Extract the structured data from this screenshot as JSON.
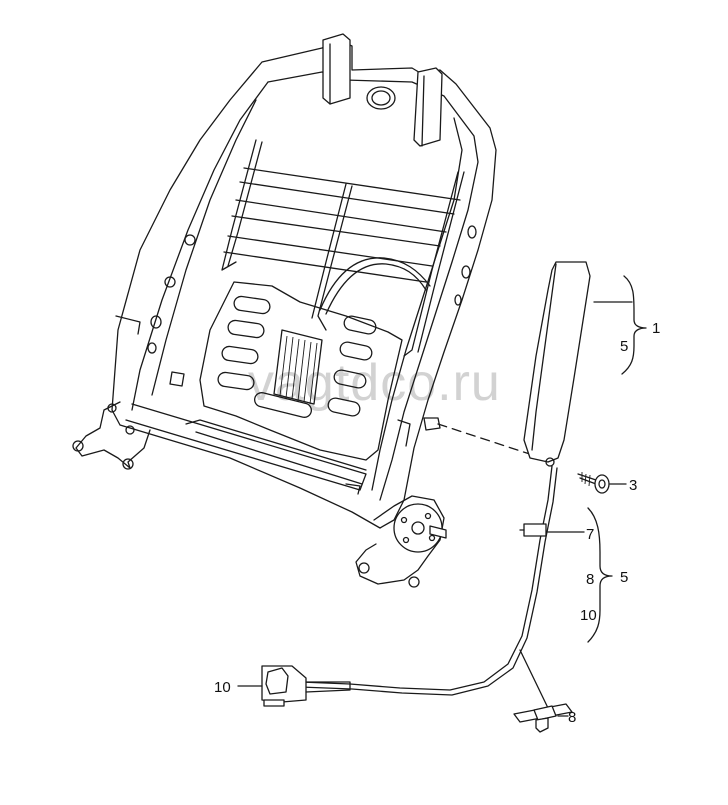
{
  "watermark": "vagtdco.ru",
  "callouts": {
    "c1": "1",
    "c5_upper": "5",
    "c3": "3",
    "c7": "7",
    "c8_mid": "8",
    "c5_mid": "5",
    "c10_mid": "10",
    "c10_left": "10",
    "c8_bottom": "8"
  }
}
